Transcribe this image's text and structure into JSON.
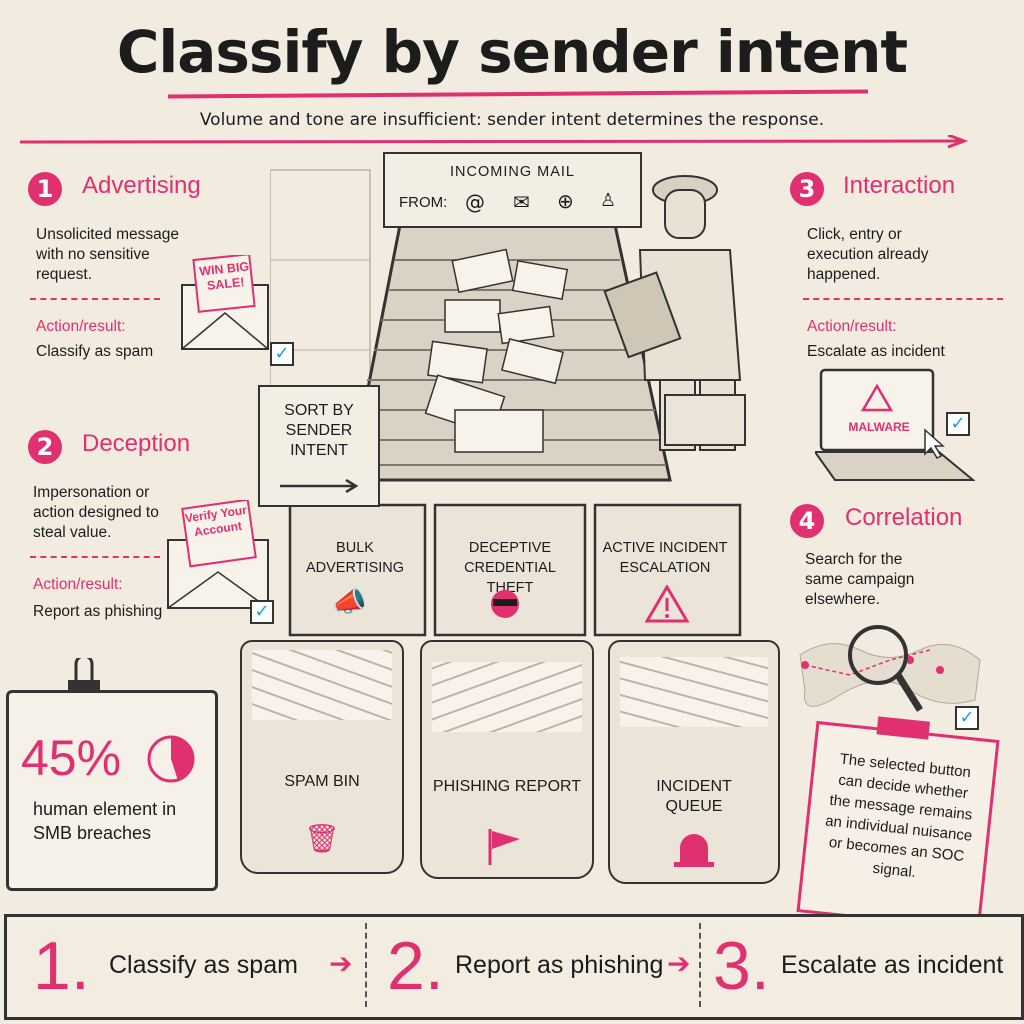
{
  "title": "Classify by sender intent",
  "subtitle": "Volume and tone are insufficient: sender intent determines the response.",
  "colors": {
    "accent": "#e0306f",
    "check": "#19a3d8",
    "ink": "#1c1c1c",
    "paper": "#f1ebe0"
  },
  "incoming": {
    "label": "INCOMING MAIL",
    "from": "FROM:"
  },
  "sort_sign": {
    "line1": "SORT BY",
    "line2": "SENDER",
    "line3": "INTENT"
  },
  "categories": [
    {
      "number": "1",
      "title": "Advertising",
      "description": "Unsolicited message with no sensitive request.",
      "action_label": "Action/result:",
      "action": "Classify as spam",
      "illustration_text": "WIN BIG SALE!"
    },
    {
      "number": "2",
      "title": "Deception",
      "description": "Impersonation or action designed to steal value.",
      "action_label": "Action/result:",
      "action": "Report as phishing",
      "illustration_text": "Verify Your Account"
    },
    {
      "number": "3",
      "title": "Interaction",
      "description": "Click, entry or execution already happened.",
      "action_label": "Action/result:",
      "action": "Escalate as incident",
      "illustration_text": "MALWARE"
    },
    {
      "number": "4",
      "title": "Correlation",
      "description": "Search for the same campaign elsewhere."
    }
  ],
  "chutes": [
    {
      "label": "BULK ADVERTISING",
      "icon": "megaphone-icon"
    },
    {
      "label": "DECEPTIVE CREDENTIAL THEFT",
      "icon": "masked-thief-icon"
    },
    {
      "label": "ACTIVE INCIDENT ESCALATION",
      "icon": "warning-icon"
    }
  ],
  "bins": [
    {
      "label": "SPAM BIN",
      "icon": "trash-icon"
    },
    {
      "label": "PHISHING REPORT",
      "icon": "flag-icon"
    },
    {
      "label": "INCIDENT QUEUE",
      "icon": "siren-icon"
    }
  ],
  "stat": {
    "value": "45%",
    "text": "human element in SMB breaches",
    "fraction": 0.45
  },
  "note": "The selected button can decide whether the message remains an individual nuisance or becomes an SOC signal.",
  "steps": [
    {
      "number": "1.",
      "label": "Classify as spam"
    },
    {
      "number": "2.",
      "label": "Report as phishing"
    },
    {
      "number": "3.",
      "label": "Escalate as incident"
    }
  ]
}
